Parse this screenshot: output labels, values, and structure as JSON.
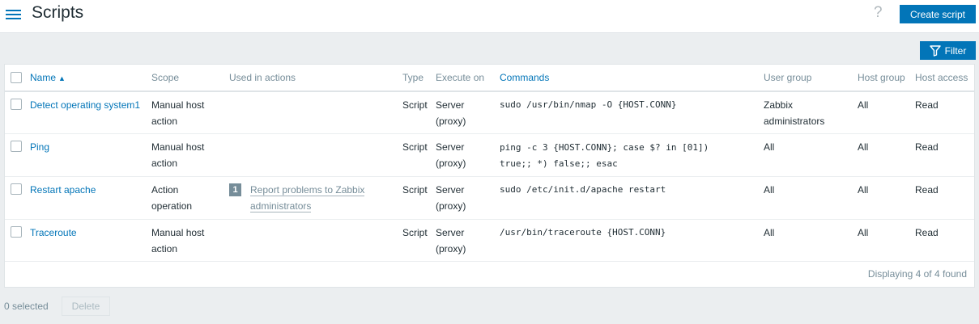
{
  "header": {
    "title": "Scripts",
    "help_label": "?",
    "create_label": "Create script"
  },
  "filter": {
    "label": "Filter"
  },
  "table": {
    "columns": {
      "name": "Name",
      "scope": "Scope",
      "used_in_actions": "Used in actions",
      "type": "Type",
      "execute_on": "Execute on",
      "commands": "Commands",
      "user_group": "User group",
      "host_group": "Host group",
      "host_access": "Host access"
    },
    "sorted_column": "Name",
    "sort_indicator": "▲",
    "rows": [
      {
        "name": "Detect operating system1",
        "scope_line1": "Manual host",
        "scope_line2": "action",
        "action_count": "",
        "action_line1": "",
        "action_line2": "",
        "type": "Script",
        "exec_line1": "Server",
        "exec_line2": "(proxy)",
        "cmd_line1": "sudo /usr/bin/nmap -O {HOST.CONN}",
        "cmd_line2": "",
        "ug_line1": "Zabbix",
        "ug_line2": "administrators",
        "host_group": "All",
        "host_access": "Read"
      },
      {
        "name": "Ping",
        "scope_line1": "Manual host",
        "scope_line2": "action",
        "action_count": "",
        "action_line1": "",
        "action_line2": "",
        "type": "Script",
        "exec_line1": "Server",
        "exec_line2": "(proxy)",
        "cmd_line1": "ping -c 3 {HOST.CONN}; case $? in [01])",
        "cmd_line2": "true;; *) false;; esac",
        "ug_line1": "All",
        "ug_line2": "",
        "host_group": "All",
        "host_access": "Read"
      },
      {
        "name": "Restart apache",
        "scope_line1": "Action",
        "scope_line2": "operation",
        "action_count": "1",
        "action_line1": "Report problems to Zabbix",
        "action_line2": "administrators",
        "type": "Script",
        "exec_line1": "Server",
        "exec_line2": "(proxy)",
        "cmd_line1": "sudo /etc/init.d/apache restart",
        "cmd_line2": "",
        "ug_line1": "All",
        "ug_line2": "",
        "host_group": "All",
        "host_access": "Read"
      },
      {
        "name": "Traceroute",
        "scope_line1": "Manual host",
        "scope_line2": "action",
        "action_count": "",
        "action_line1": "",
        "action_line2": "",
        "type": "Script",
        "exec_line1": "Server",
        "exec_line2": "(proxy)",
        "cmd_line1": "/usr/bin/traceroute {HOST.CONN}",
        "cmd_line2": "",
        "ug_line1": "All",
        "ug_line2": "",
        "host_group": "All",
        "host_access": "Read"
      }
    ],
    "footer": "Displaying 4 of 4 found"
  },
  "bottom": {
    "selected_count": "0 selected",
    "delete_label": "Delete"
  },
  "colors": {
    "accent": "#0275b8",
    "background": "#ebeef0",
    "muted_text": "#768d99"
  }
}
